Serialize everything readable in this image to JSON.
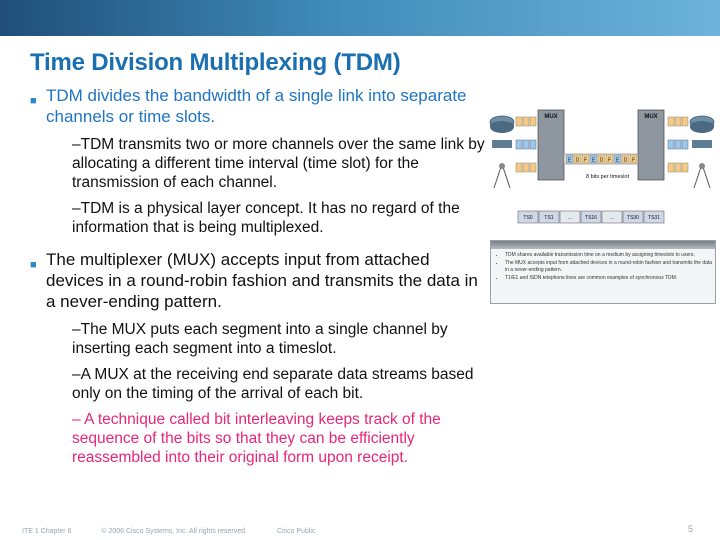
{
  "title": "Time Division Multiplexing (TDM)",
  "bullets": [
    {
      "text": "TDM divides the bandwidth of a single link into separate channels or time slots.",
      "subs": [
        "–TDM transmits two or more channels over the same link by allocating a different time interval (time slot) for the transmission of each channel.",
        "–TDM is a physical layer concept. It has no regard of the information that is being multiplexed."
      ]
    },
    {
      "text": "The multiplexer (MUX) accepts input from attached devices in a round-robin fashion and transmits the data in a never-ending pattern.",
      "subs": [
        "–The MUX puts each segment into a single channel by inserting each segment into a timeslot.",
        "–A MUX at the receiving end separate data streams based only on the timing of the arrival of each bit."
      ],
      "highlight_sub": "– A technique called bit interleaving keeps track of the sequence of the bits so that they can be efficiently reassembled into their original form upon receipt."
    }
  ],
  "figure": {
    "mux_label_left": "MUX",
    "mux_label_right": "MUX",
    "rate_label": "8 bits per timeslot",
    "stream_letters": [
      "E",
      "D",
      "F",
      "E",
      "D",
      "F",
      "E",
      "D",
      "F"
    ],
    "timeslots": [
      "TS0",
      "TS1",
      "...",
      "TS16",
      "...",
      "TS30",
      "TS31"
    ],
    "caption_items": [
      "TDM shares available transmission time on a medium by assigning timeslots to users.",
      "The MUX accepts input from attached devices in a round-robin fashion and transmits the data in a never-ending pattern.",
      "T1/E1 and ISDN telephone lines are common examples of synchronous TDM."
    ]
  },
  "footer": {
    "course": "ITE 1 Chapter 6",
    "copyright": "© 2006 Cisco Systems, Inc. All rights reserved.",
    "classification": "Cisco Public",
    "page": "5"
  }
}
